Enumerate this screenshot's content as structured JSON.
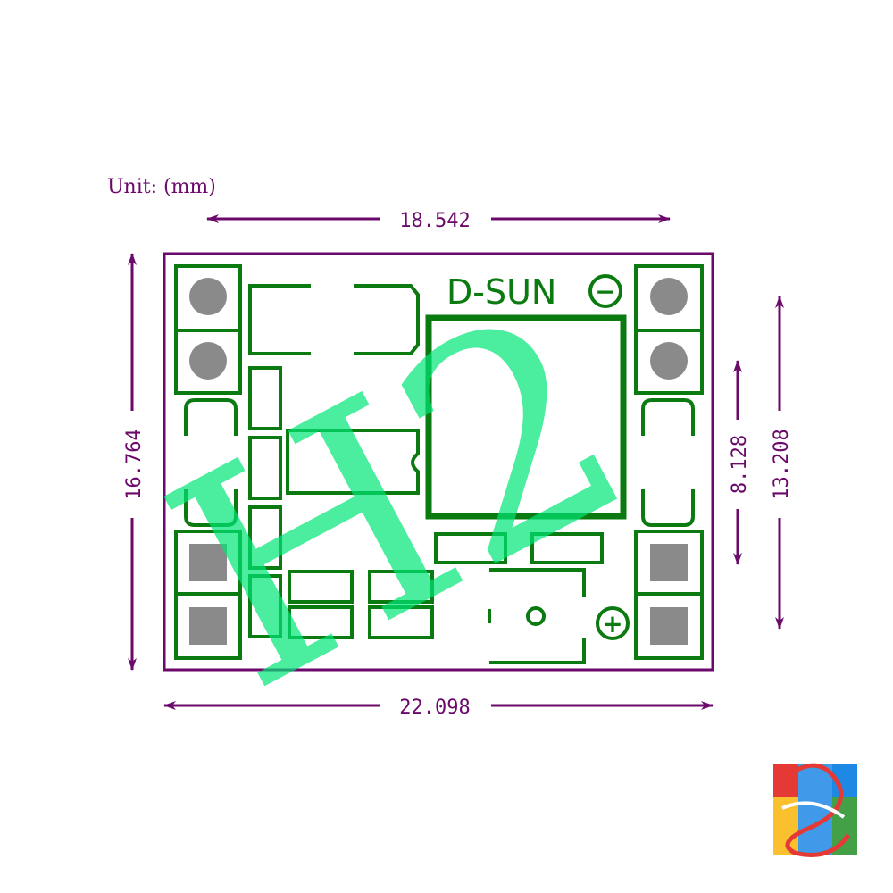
{
  "unit_label": "Unit: (mm)",
  "dimensions": {
    "inner_width": "18.542",
    "outer_width": "22.098",
    "height": "16.764",
    "pad_pitch": "8.128",
    "pad_span": "13.208"
  },
  "silkscreen": {
    "brand": "D-SUN",
    "minus_symbol": "−",
    "plus_symbol": "+"
  },
  "watermark": {
    "text": "H2"
  },
  "colors": {
    "dimension": "#6b0a6b",
    "silkscreen": "#0b7a10",
    "pad": "#8a8a8a",
    "watermark": "#00e676"
  }
}
